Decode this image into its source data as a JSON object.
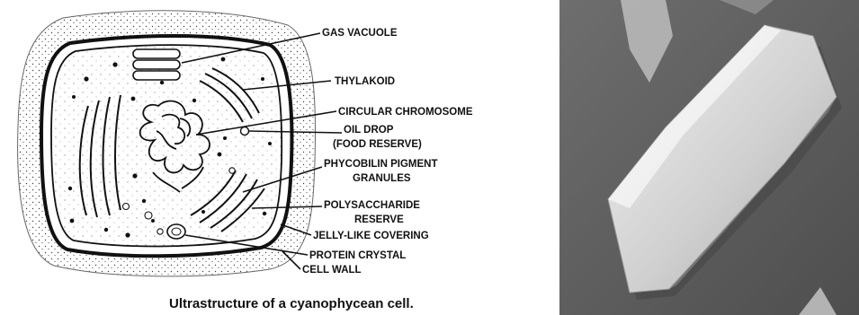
{
  "diagram": {
    "labels": [
      "GAS VACUOLE",
      "THYLAKOID",
      "CIRCULAR CHROMOSOME",
      "OIL DROP",
      "(FOOD RESERVE)",
      "PHYCOBILIN PIGMENT",
      "GRANULES",
      "POLYSACCHARIDE",
      "RESERVE",
      "JELLY-LIKE COVERING",
      "PROTEIN CRYSTAL",
      "CELL WALL"
    ],
    "caption": "Ultrastructure of a cyanophycean cell."
  },
  "colors": {
    "ink": "#111111",
    "photo_background": "#5f5f5f",
    "crystal": "#d8d8d8"
  }
}
